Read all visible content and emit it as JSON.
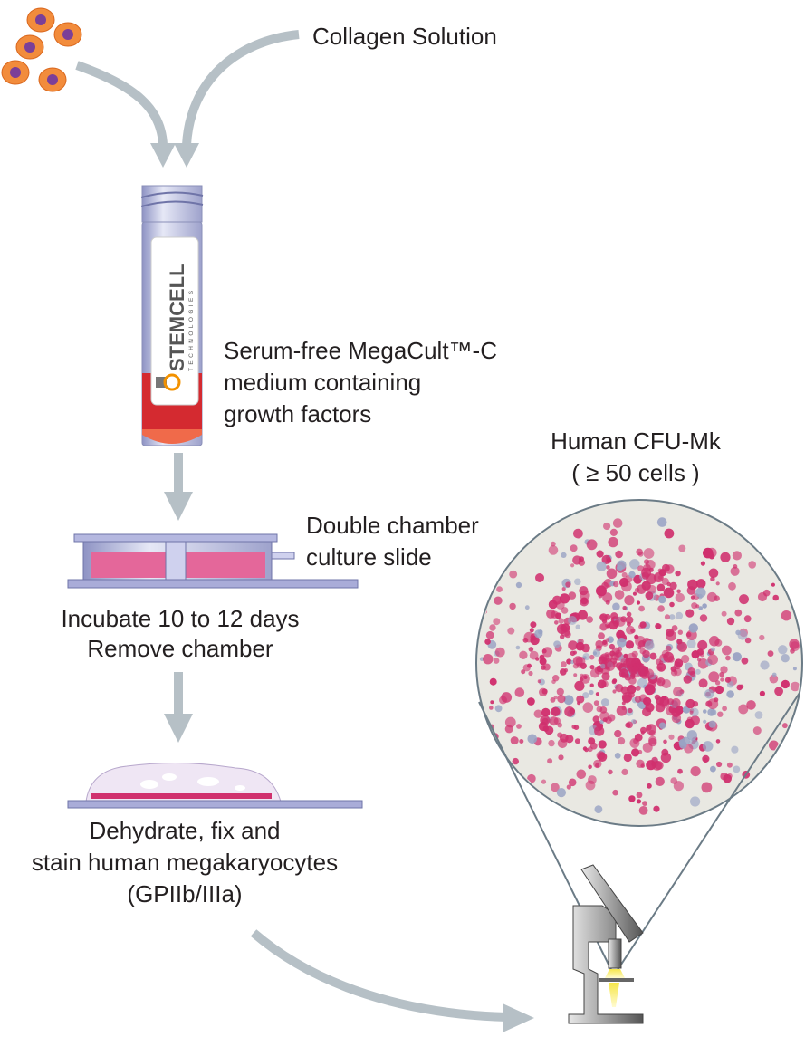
{
  "labels": {
    "collagen": "Collagen Solution",
    "medium": [
      "Serum-free MegaCult™-C",
      "medium containing",
      "growth factors"
    ],
    "slide": [
      "Double chamber",
      "culture slide"
    ],
    "incubate": [
      "Incubate 10 to 12 days",
      "Remove chamber"
    ],
    "stain": [
      "Dehydrate, fix and",
      "stain human megakaryocytes",
      "(GPIIb/IIIa)"
    ],
    "colony": [
      "Human CFU-Mk",
      "( ≥ 50 cells )"
    ]
  },
  "logo": {
    "brand": "STEMCELL",
    "sub": "TECHNOLOGIES"
  },
  "colors": {
    "arrow": "#b6c0c6",
    "cell": "#f28c3c",
    "nucleus": "#7b3f98",
    "medium": "#d42a30",
    "stain": "#d0306e",
    "background_field": "#e9e8e2"
  }
}
